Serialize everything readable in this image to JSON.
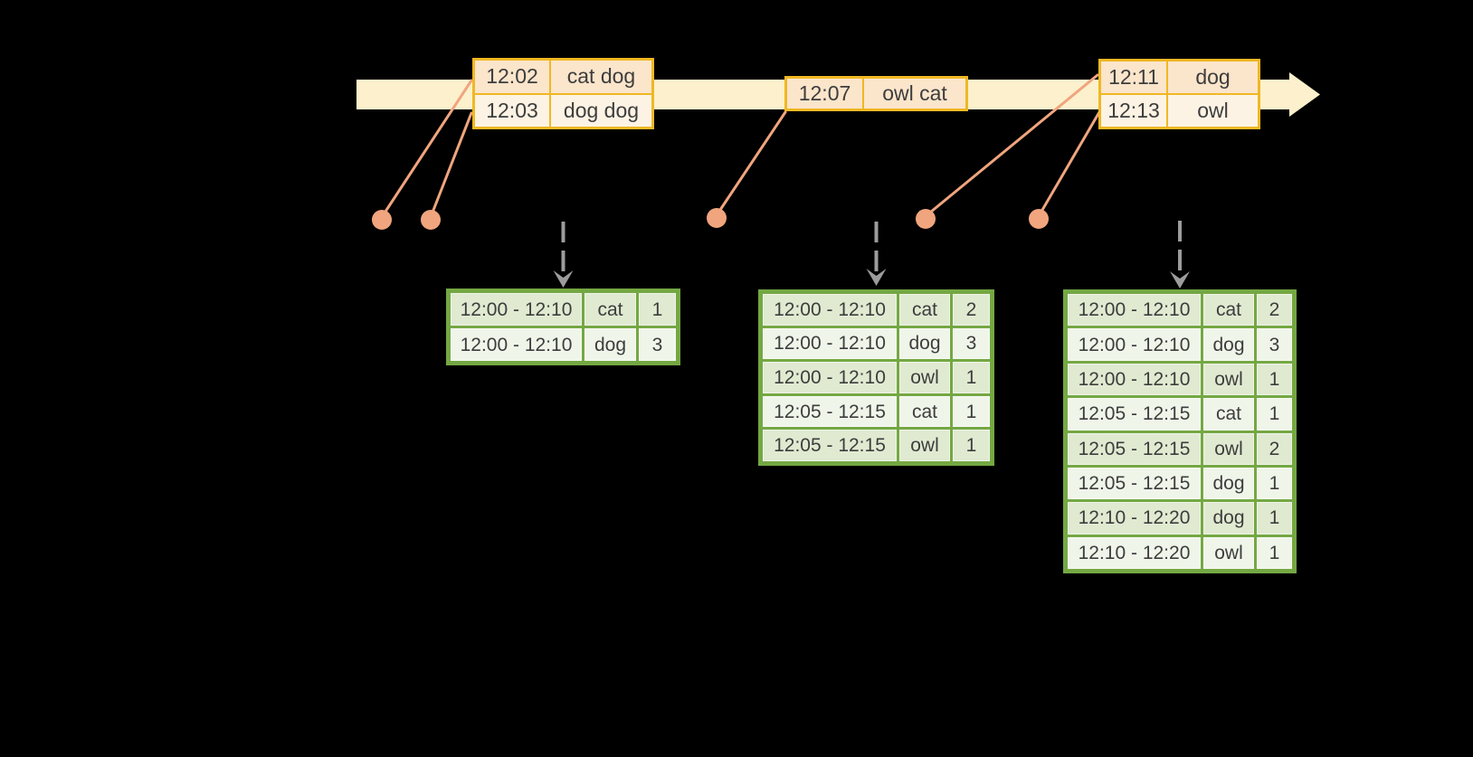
{
  "colors": {
    "background": "#000000",
    "timeline_fill": "#FCF1CC",
    "event_table_border": "#F0B823",
    "event_row_dark": "#FBE5CB",
    "event_row_light": "#FDF3E4",
    "result_table_border": "#74A843",
    "result_row_dark": "#E0EAD1",
    "result_row_light": "#F0F5EA",
    "connector": "#F0A57E",
    "dashed_arrow": "#9C9C9C",
    "text": "#3D3D3D"
  },
  "icons": {
    "timeline_arrow": "right-arrow",
    "update_arrow": "dashed-down-arrow",
    "event_marker": "dot"
  },
  "event_tables": [
    {
      "rows": [
        {
          "time": "12:02",
          "words": "cat dog"
        },
        {
          "time": "12:03",
          "words": "dog dog"
        }
      ]
    },
    {
      "rows": [
        {
          "time": "12:07",
          "words": "owl cat"
        }
      ]
    },
    {
      "rows": [
        {
          "time": "12:11",
          "words": "dog"
        },
        {
          "time": "12:13",
          "words": "owl"
        }
      ]
    }
  ],
  "result_tables": [
    {
      "rows": [
        {
          "window": "12:00 - 12:10",
          "word": "cat",
          "count": "1"
        },
        {
          "window": "12:00 - 12:10",
          "word": "dog",
          "count": "3"
        }
      ]
    },
    {
      "rows": [
        {
          "window": "12:00 - 12:10",
          "word": "cat",
          "count": "2"
        },
        {
          "window": "12:00 - 12:10",
          "word": "dog",
          "count": "3"
        },
        {
          "window": "12:00 - 12:10",
          "word": "owl",
          "count": "1"
        },
        {
          "window": "12:05 - 12:15",
          "word": "cat",
          "count": "1"
        },
        {
          "window": "12:05 - 12:15",
          "word": "owl",
          "count": "1"
        }
      ]
    },
    {
      "rows": [
        {
          "window": "12:00 - 12:10",
          "word": "cat",
          "count": "2"
        },
        {
          "window": "12:00 - 12:10",
          "word": "dog",
          "count": "3"
        },
        {
          "window": "12:00 - 12:10",
          "word": "owl",
          "count": "1"
        },
        {
          "window": "12:05 - 12:15",
          "word": "cat",
          "count": "1"
        },
        {
          "window": "12:05 - 12:15",
          "word": "owl",
          "count": "2"
        },
        {
          "window": "12:05 - 12:15",
          "word": "dog",
          "count": "1"
        },
        {
          "window": "12:10 - 12:20",
          "word": "dog",
          "count": "1"
        },
        {
          "window": "12:10 - 12:20",
          "word": "owl",
          "count": "1"
        }
      ]
    }
  ]
}
